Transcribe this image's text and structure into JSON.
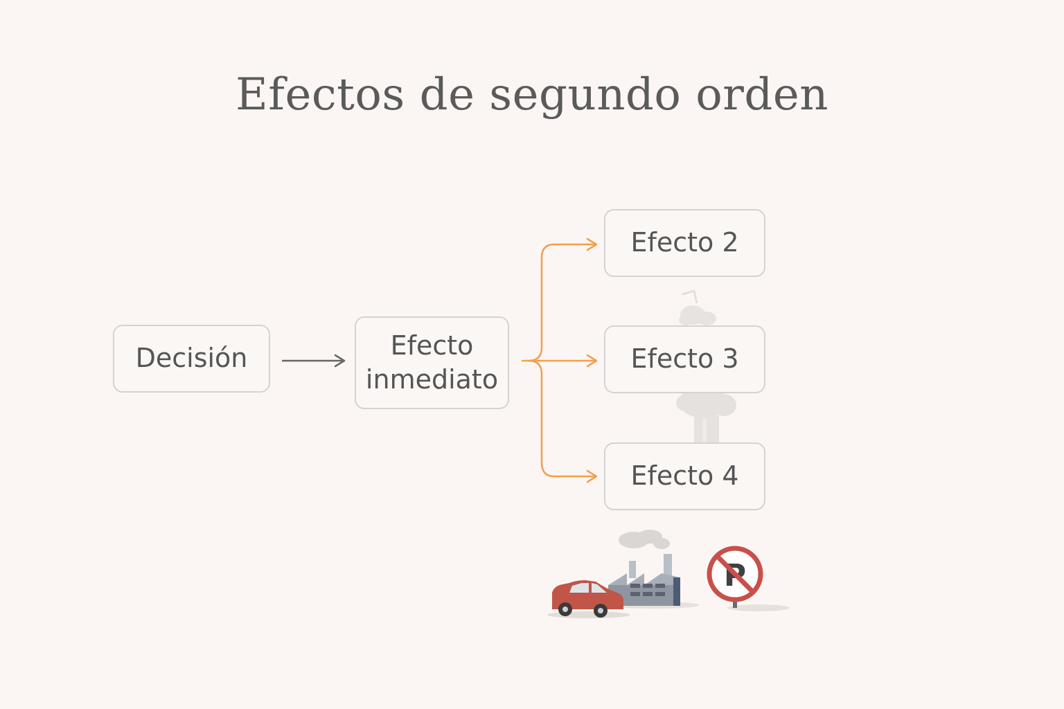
{
  "title": "Efectos de segundo orden",
  "nodes": {
    "decision": "Decisión",
    "immediate_line1": "Efecto",
    "immediate_line2": "inmediato",
    "effect2": "Efecto 2",
    "effect3": "Efecto 3",
    "effect4": "Efecto 4"
  },
  "colors": {
    "background": "#fbf6f3",
    "text": "#555555",
    "box_border": "#d6d2cf",
    "primary_arrow": "#666666",
    "branch_arrow": "#f0a050",
    "car": "#c05548",
    "no_parking_sign": "#c9504a"
  },
  "icons": [
    "smoke-plume-icon",
    "car-icon",
    "factory-icon",
    "no-parking-sign-icon"
  ]
}
